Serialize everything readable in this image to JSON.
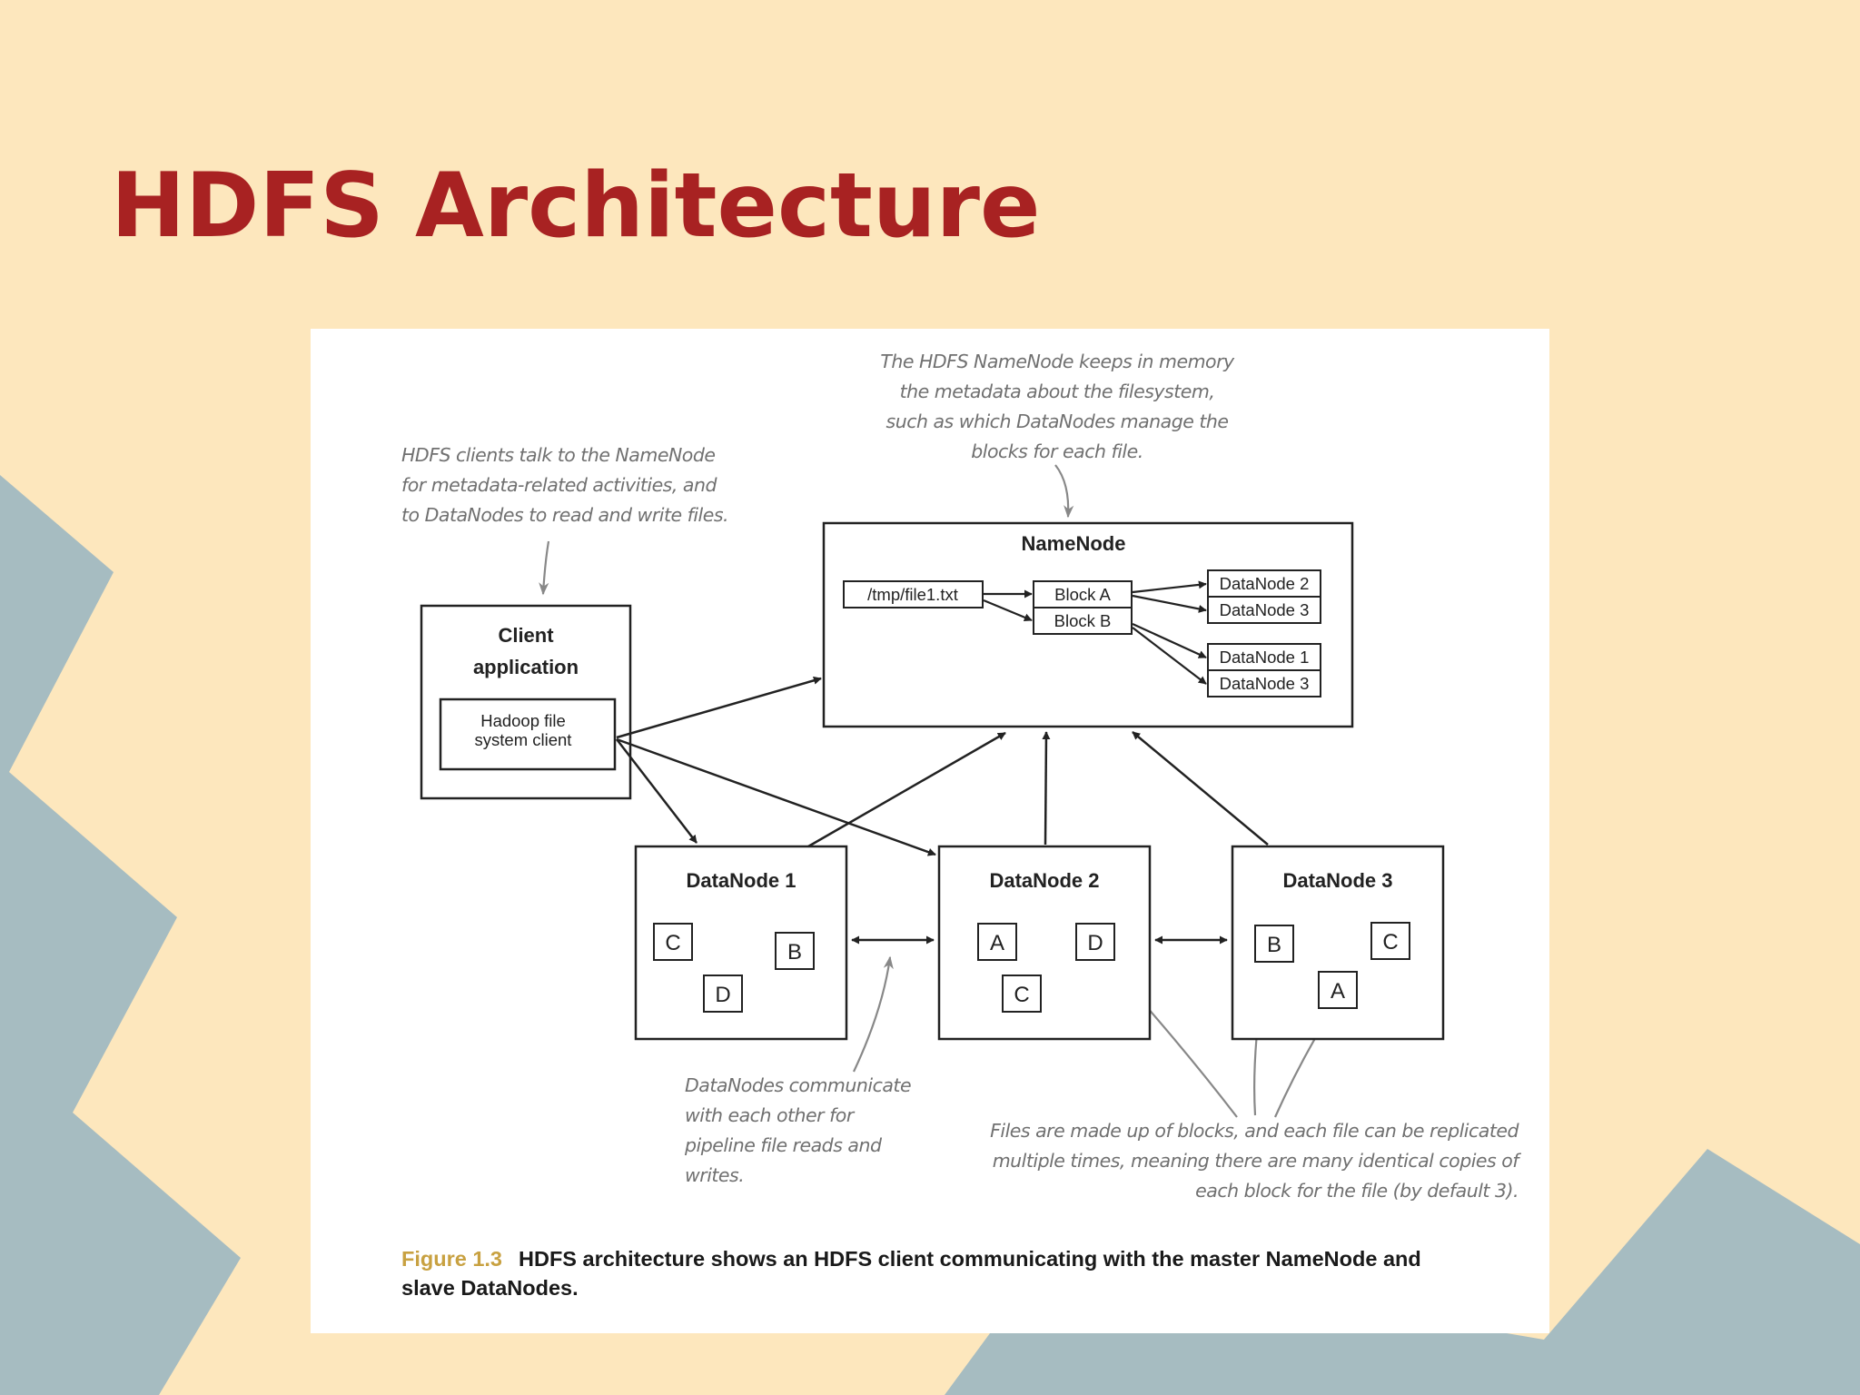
{
  "slide": {
    "title": "HDFS Architecture",
    "colors": {
      "background": "#fde7bd",
      "accent_shapes": "#a6bcc1",
      "title": "#a82222"
    }
  },
  "figure": {
    "notes": {
      "client": [
        "HDFS clients talk to the NameNode",
        "for metadata-related activities, and",
        "to DataNodes to read and write files."
      ],
      "namenode": [
        "The HDFS NameNode keeps in memory",
        "the metadata about the filesystem,",
        "such as which DataNodes manage the",
        "blocks for each file."
      ],
      "datanode_comm": [
        "DataNodes communicate",
        "with each other for",
        "pipeline file reads and",
        "writes."
      ],
      "files": [
        "Files are made up of blocks, and each file can be replicated",
        "multiple times, meaning there are many identical copies of",
        "each block for the file (by default 3)."
      ]
    },
    "client_app": {
      "title_line1": "Client",
      "title_line2": "application",
      "inner_line1": "Hadoop file",
      "inner_line2": "system client"
    },
    "namenode": {
      "title": "NameNode",
      "file": "/tmp/file1.txt",
      "blocks": [
        "Block A",
        "Block B"
      ],
      "block_a_nodes": [
        "DataNode 2",
        "DataNode 3"
      ],
      "block_b_nodes": [
        "DataNode 1",
        "DataNode 3"
      ]
    },
    "datanodes": [
      {
        "title": "DataNode 1",
        "blocks": [
          "C",
          "B",
          "D"
        ]
      },
      {
        "title": "DataNode 2",
        "blocks": [
          "A",
          "D",
          "C"
        ]
      },
      {
        "title": "DataNode 3",
        "blocks": [
          "B",
          "C",
          "A"
        ]
      }
    ],
    "caption": {
      "label": "Figure 1.3",
      "text": "HDFS architecture shows an HDFS client communicating with the master NameNode and slave DataNodes."
    }
  }
}
